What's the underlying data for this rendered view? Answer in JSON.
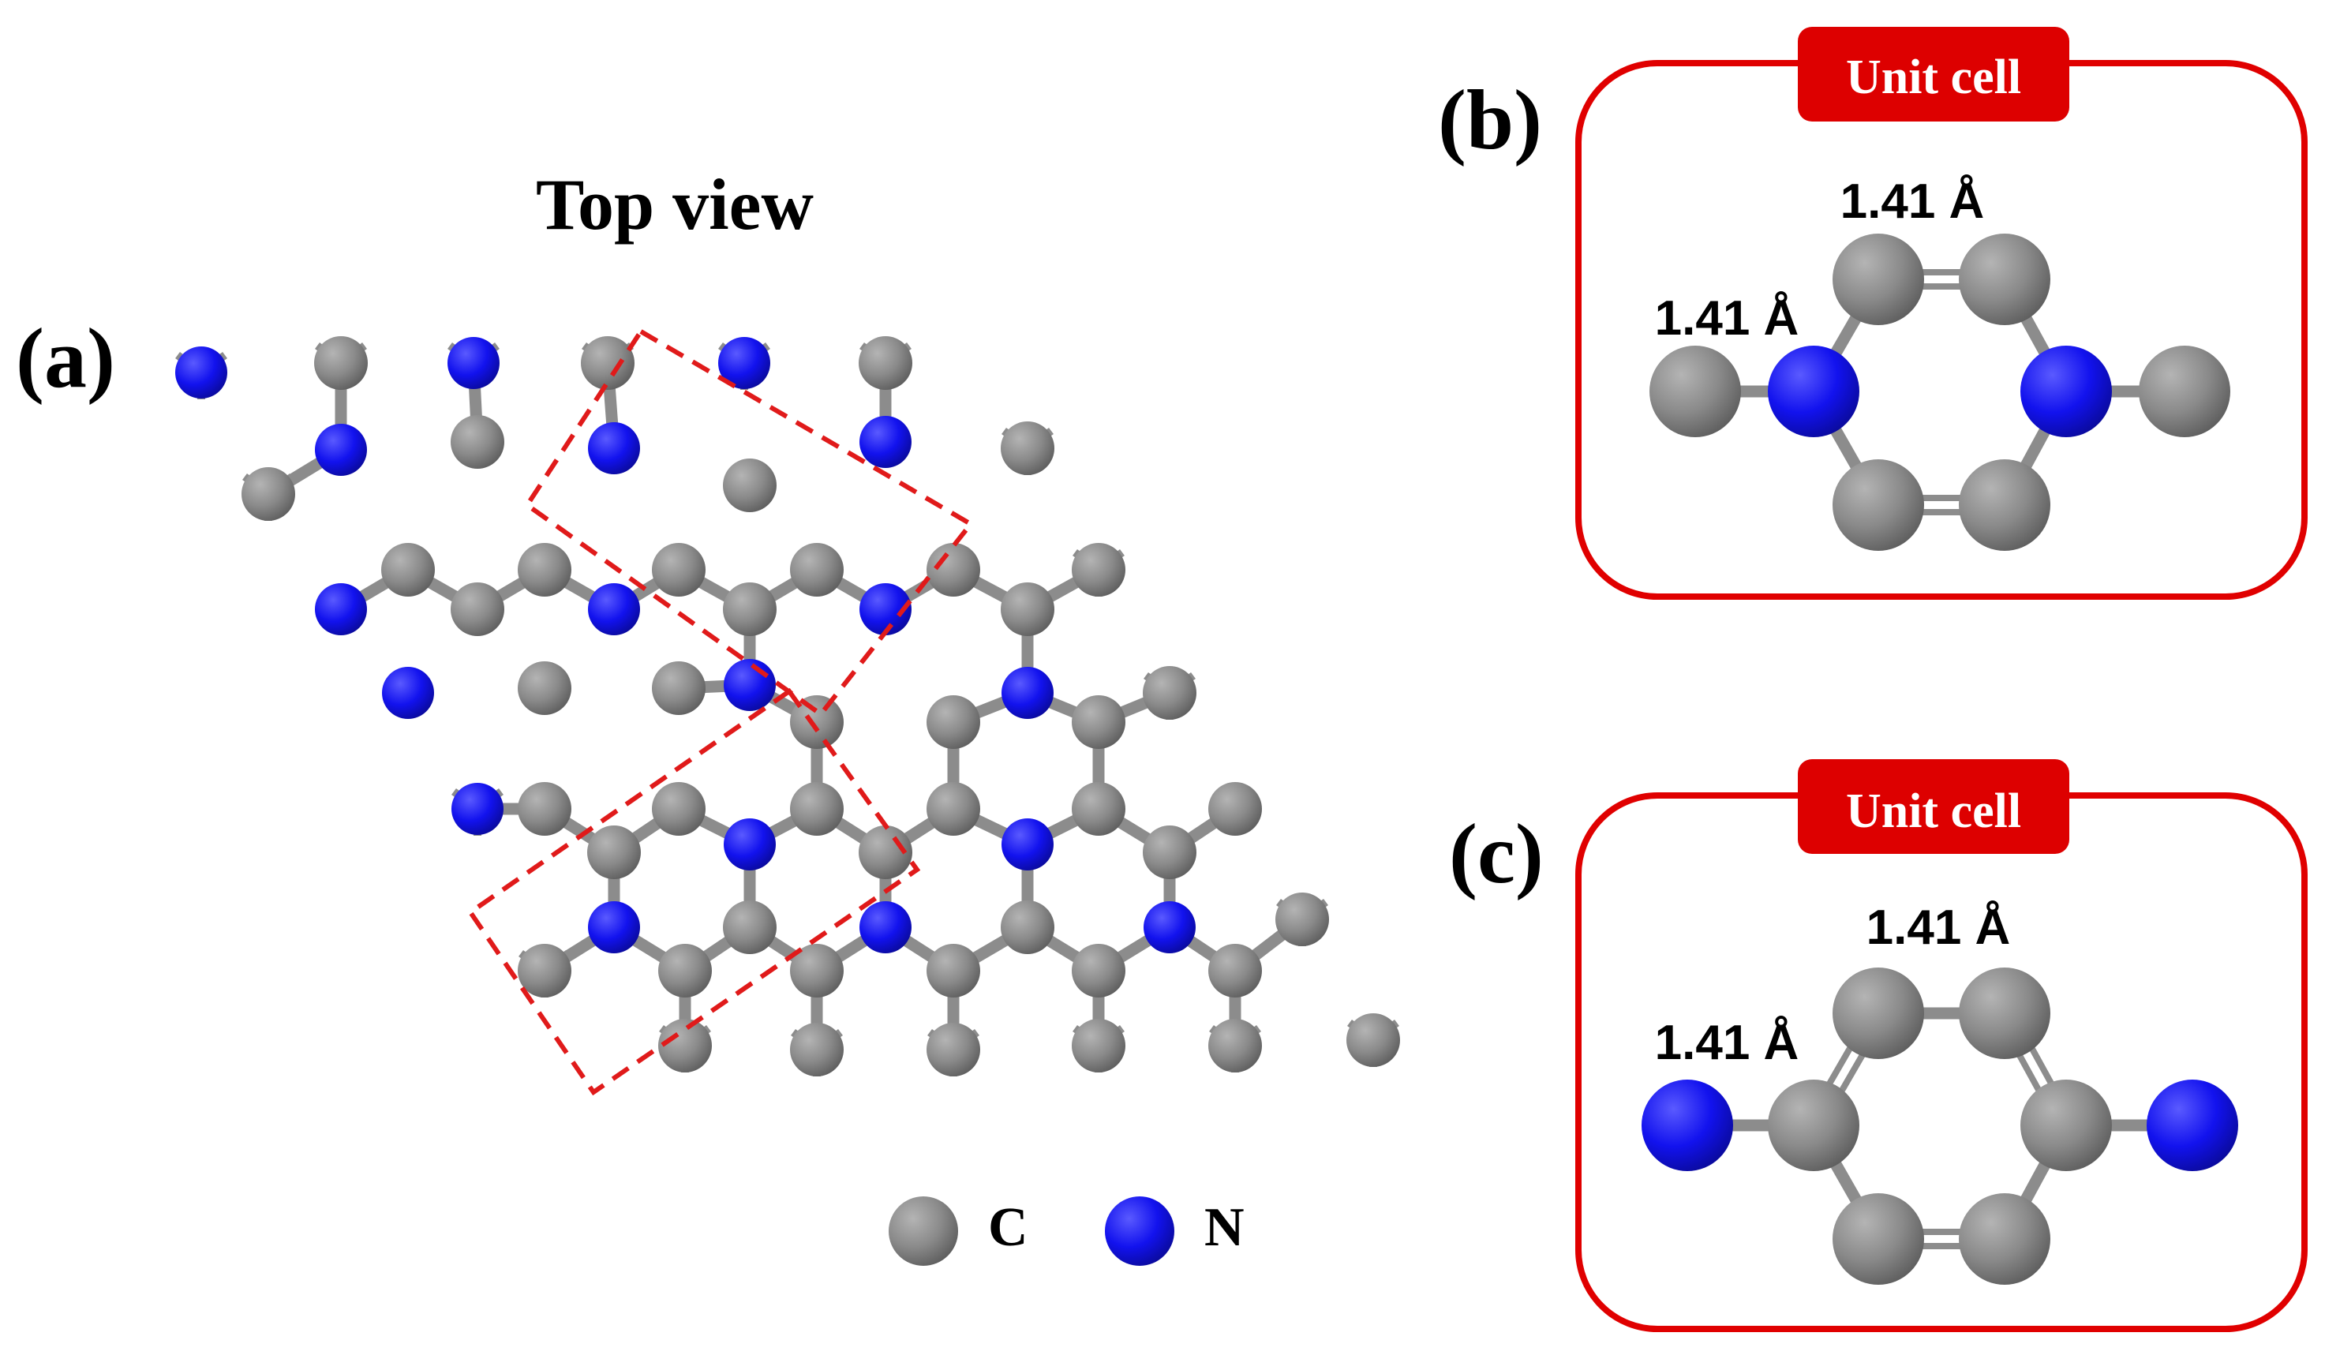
{
  "panel_a": {
    "label": "(a)",
    "title": "Top view",
    "legend": [
      {
        "element": "C",
        "label": "C"
      },
      {
        "element": "N",
        "label": "N"
      }
    ]
  },
  "panel_b": {
    "label": "(b)",
    "badge": "Unit cell",
    "bond_label_top": "1.41 Å",
    "bond_label_left": "1.41 Å"
  },
  "panel_c": {
    "label": "(c)",
    "badge": "Unit cell",
    "bond_label_top": "1.41 Å",
    "bond_label_left": "1.41 Å"
  },
  "colors": {
    "carbon": "#8a8a8a",
    "nitrogen": "#1010e6",
    "bond": "#8c8c8c",
    "unit_cell_box": "#e00000",
    "dashed_cell": "#e01a1a"
  }
}
